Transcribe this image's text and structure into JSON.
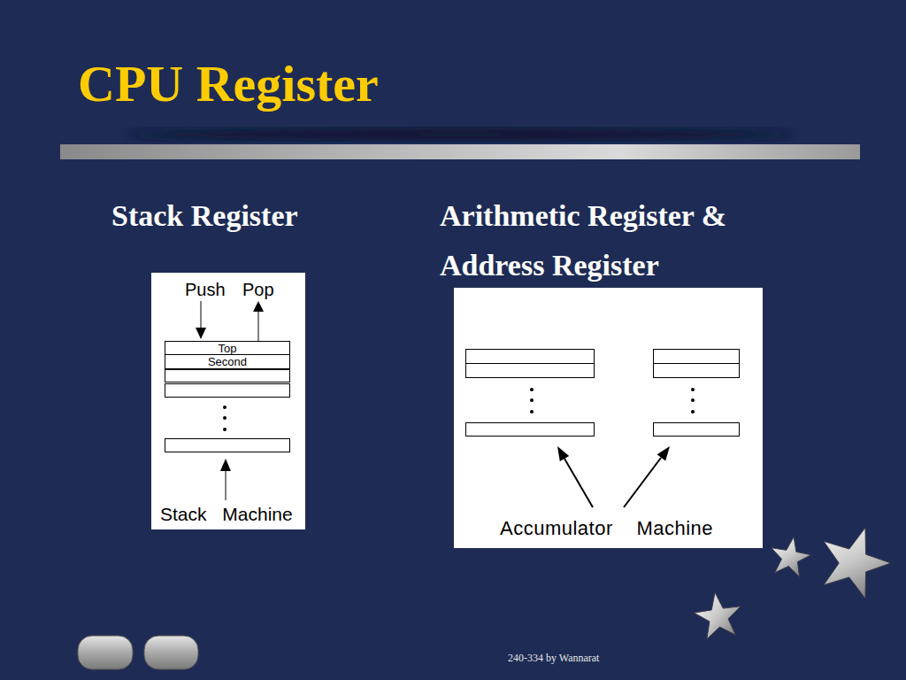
{
  "diagram": {
    "title": "CPU Register",
    "nodes": [
      {
        "text": [
          "Push",
          "Pop",
          "Stack Machine"
        ]
      },
      {
        "text": [
          "Top"
        ],
        "in": 0
      },
      {
        "text": [
          "Second"
        ],
        "in": 0
      },
      {
        "text": [
          "Accumulator Machine"
        ]
      }
    ],
    "labels": [
      "Stack Register",
      "Arithmetic Register & Address Register",
      "240-334 by Wannarat"
    ]
  }
}
